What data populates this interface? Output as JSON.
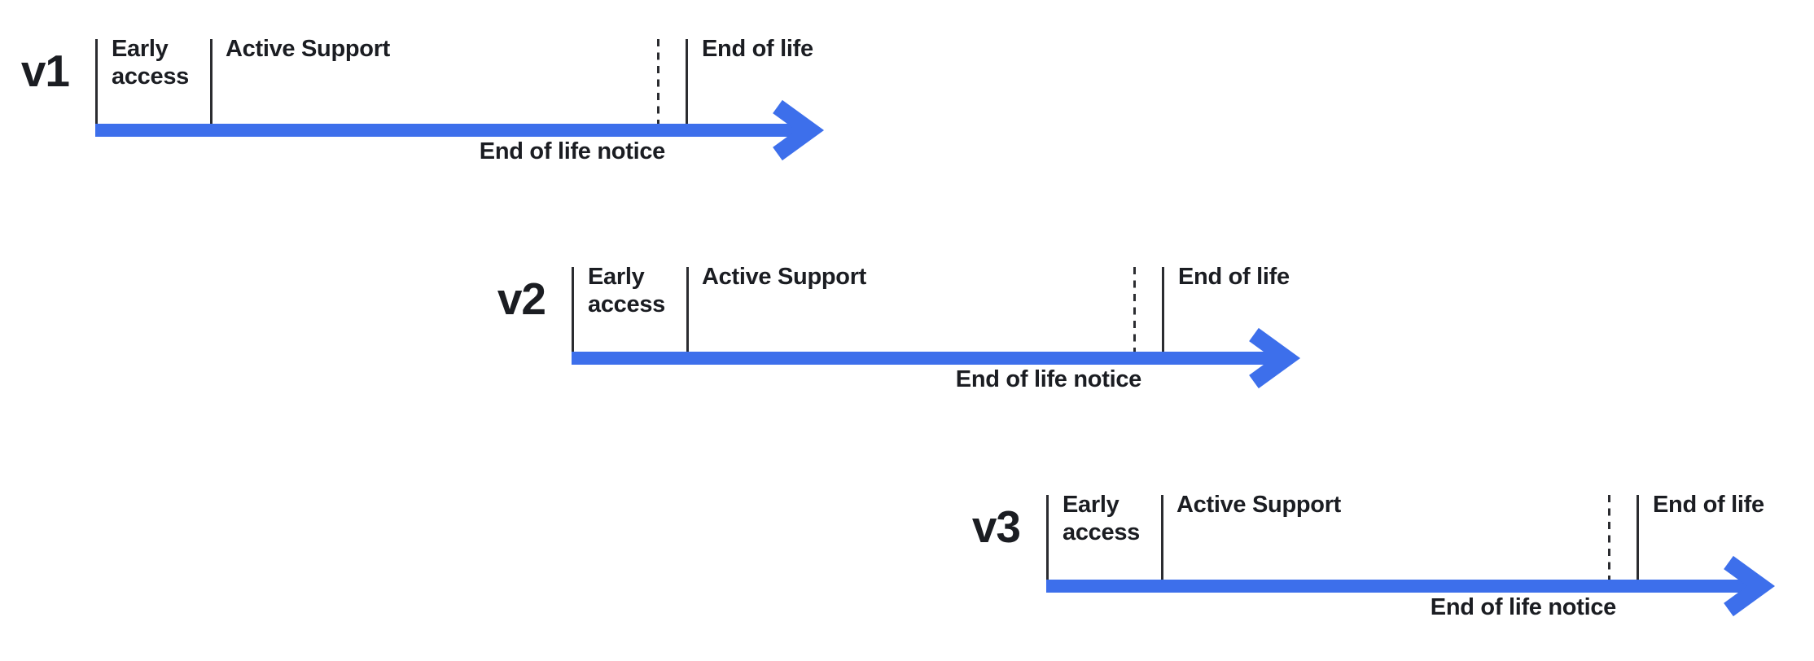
{
  "colors": {
    "arrow_blue": "#3D6FEB",
    "text_ink": "#1B1D22",
    "tick_line": "#2B2C30"
  },
  "timelines": [
    {
      "version": "v1",
      "early_access": "Early access",
      "active_support": "Active Support",
      "end_of_life": "End of life",
      "end_of_life_notice": "End of life notice"
    },
    {
      "version": "v2",
      "early_access": "Early access",
      "active_support": "Active Support",
      "end_of_life": "End of life",
      "end_of_life_notice": "End of life notice"
    },
    {
      "version": "v3",
      "early_access": "Early access",
      "active_support": "Active Support",
      "end_of_life": "End of life",
      "end_of_life_notice": "End of life notice"
    }
  ]
}
